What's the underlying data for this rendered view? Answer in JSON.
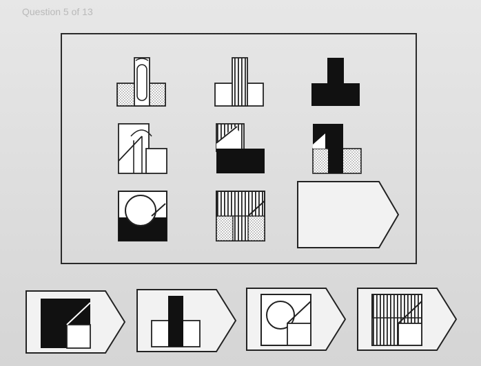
{
  "header": {
    "question_label": "Question 5 of 13"
  },
  "matrix": {
    "rows": 3,
    "cols": 3,
    "missing_cell": "row-3-col-3"
  },
  "answers": [
    {
      "id": "option-1"
    },
    {
      "id": "option-2"
    },
    {
      "id": "option-3"
    },
    {
      "id": "option-4"
    }
  ]
}
